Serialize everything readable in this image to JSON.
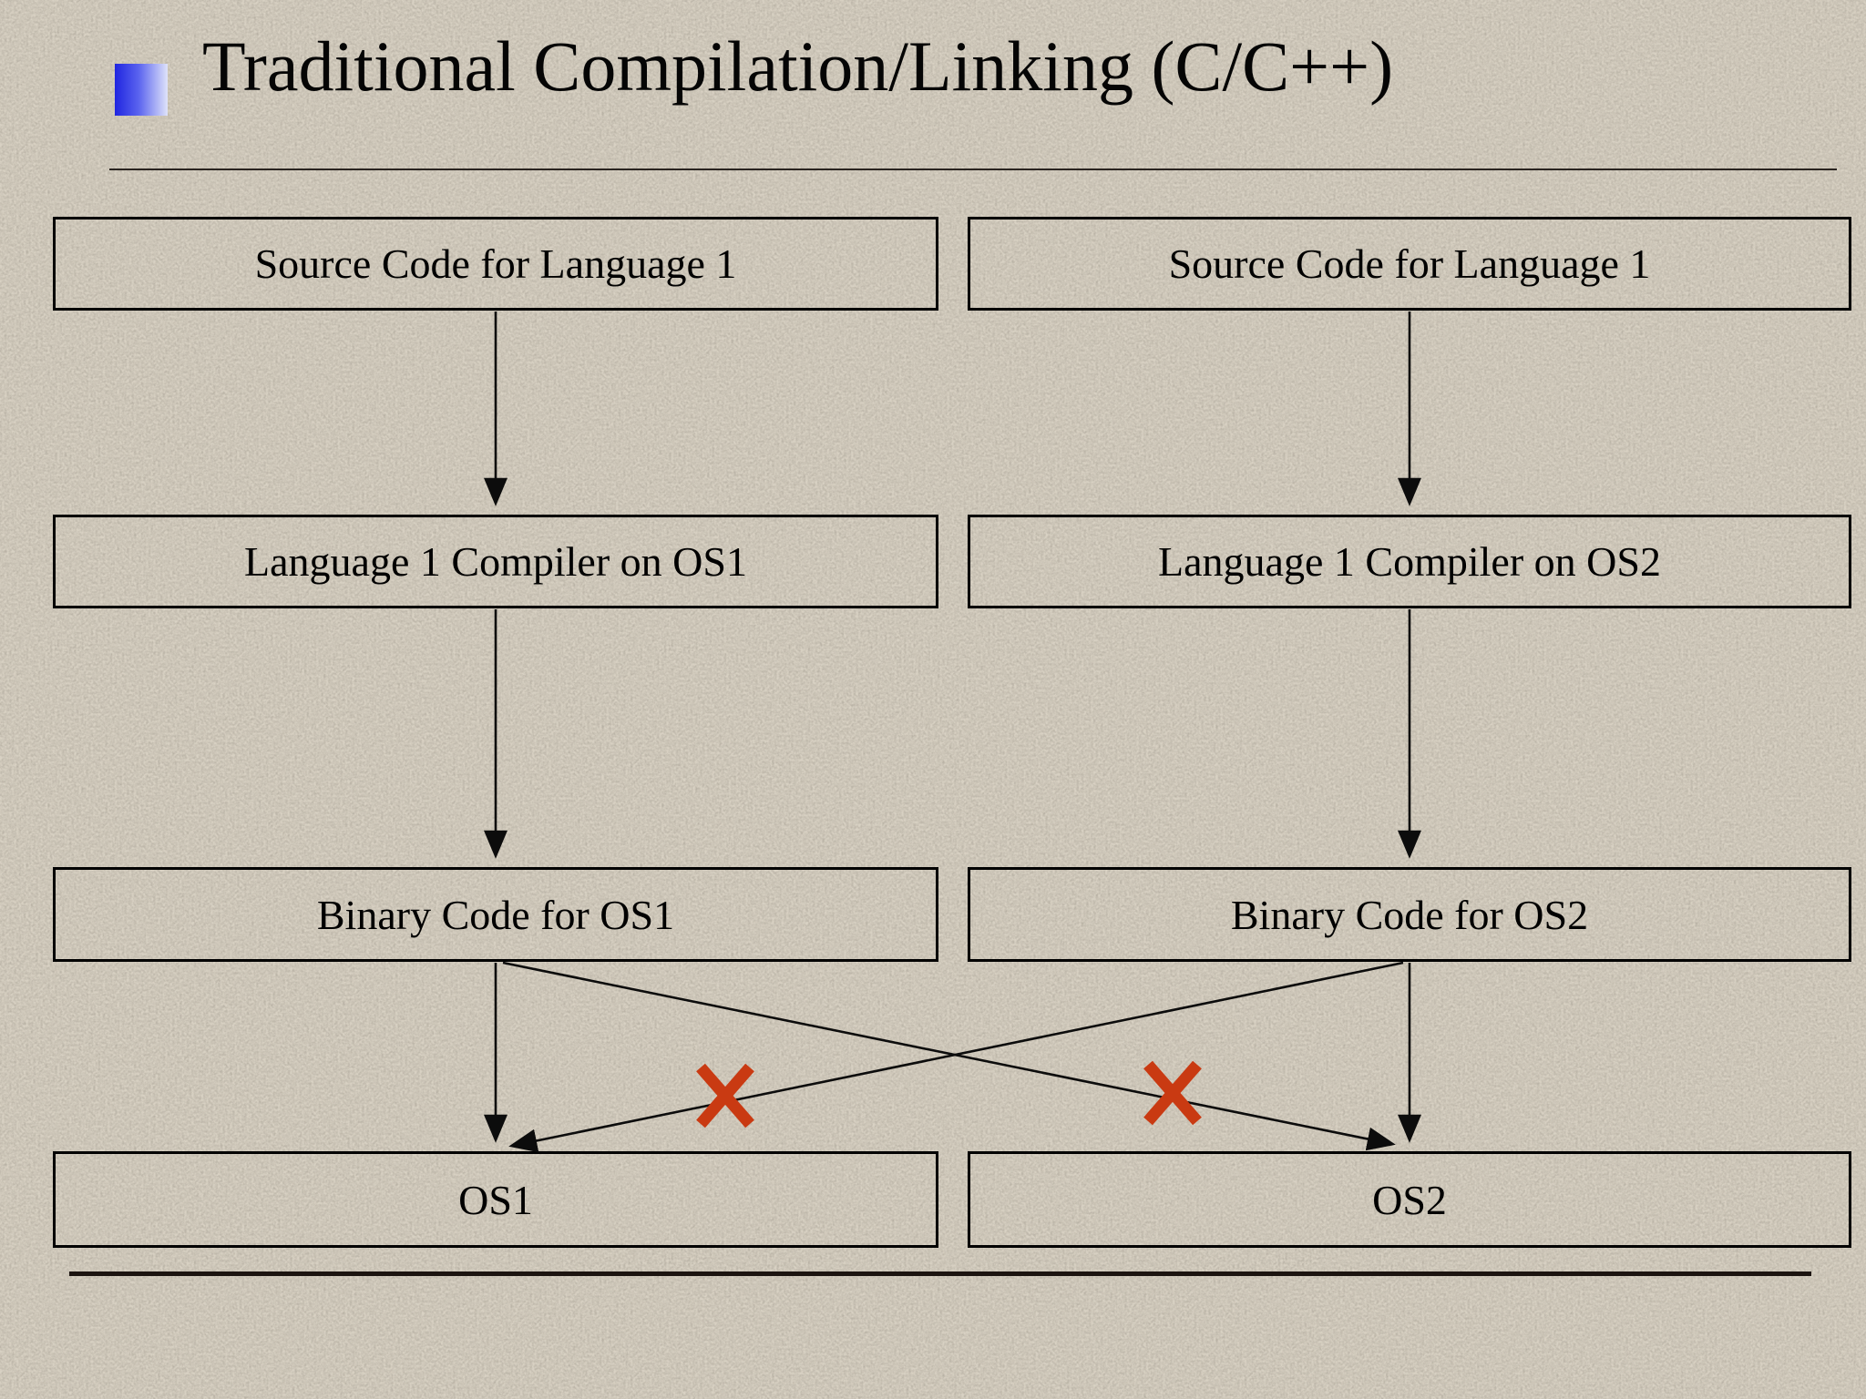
{
  "slide": {
    "title": "Traditional Compilation/Linking (C/C++)",
    "colors": {
      "background": "#d8d1c3",
      "text": "#000000",
      "box_border": "#000000",
      "rule": "#2a2420",
      "bullet_gradient_start": "#1f25e0",
      "bullet_gradient_end": "#dfe3fa",
      "cross_red": "#c93a12"
    },
    "icons": {
      "title_bullet": "gradient-square",
      "incompatible_cross": "red-x-mark"
    }
  },
  "diagram": {
    "columns": {
      "left": {
        "source": "Source Code for Language 1",
        "compiler": "Language 1 Compiler on OS1",
        "binary": "Binary Code for OS1",
        "os": "OS1"
      },
      "right": {
        "source": "Source Code for Language 1",
        "compiler": "Language 1 Compiler on OS2",
        "binary": "Binary Code for OS2",
        "os": "OS2"
      }
    },
    "flow": [
      "source -> compiler (vertical arrow, both columns)",
      "compiler -> binary (vertical arrow, both columns)",
      "binary -> same OS (vertical arrow, both columns)",
      "binary OS1 -> OS2 (diagonal arrow, blocked with red x)",
      "binary OS2 -> OS1 (diagonal arrow, blocked with red x)"
    ]
  }
}
